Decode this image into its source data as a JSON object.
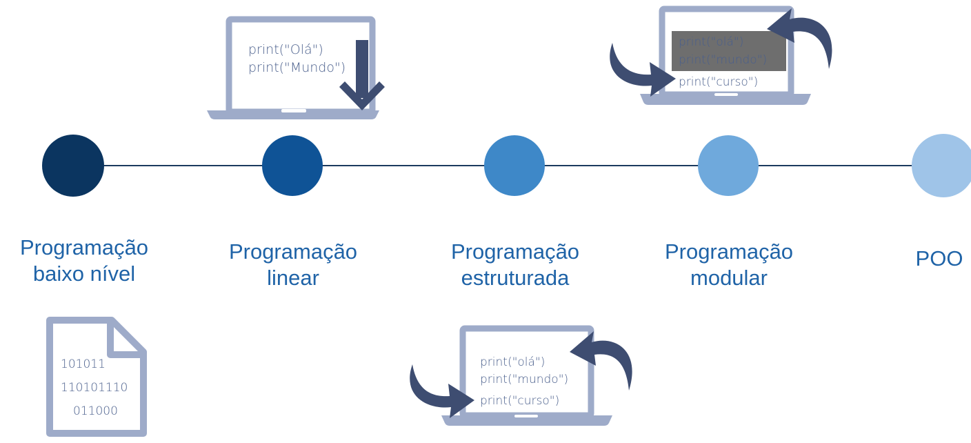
{
  "stages": [
    {
      "line1": "Programação",
      "line2": "baixo nível",
      "color": "#0b3560"
    },
    {
      "line1": "Programação",
      "line2": "linear",
      "color": "#0f5396"
    },
    {
      "line1": "Programação",
      "line2": "estruturada",
      "color": "#3e88c8"
    },
    {
      "line1": "Programação",
      "line2": "modular",
      "color": "#6fa9dc"
    },
    {
      "line1": "POO",
      "line2": "",
      "color": "#9fc4e8"
    }
  ],
  "illustrations": {
    "binary_file": {
      "lines": [
        "101011",
        "110101110",
        "011000"
      ]
    },
    "linear_laptop": {
      "lines": [
        "print(\"Olá\")",
        "print(\"Mundo\")"
      ]
    },
    "structured_laptop": {
      "lines": [
        "print(\"olá\")",
        "print(\"mundo\")",
        "print(\"curso\")"
      ]
    },
    "modular_laptop": {
      "lines": [
        "print(\"olá\")",
        "print(\"mundo\")",
        "print(\"curso\")"
      ]
    }
  },
  "colors": {
    "timeline_line": "#1b3a5e",
    "device_frame": "#9eabc9",
    "arrow": "#3e4d71",
    "label_text": "#1f63a7",
    "highlight_block": "#6e6e6e"
  }
}
